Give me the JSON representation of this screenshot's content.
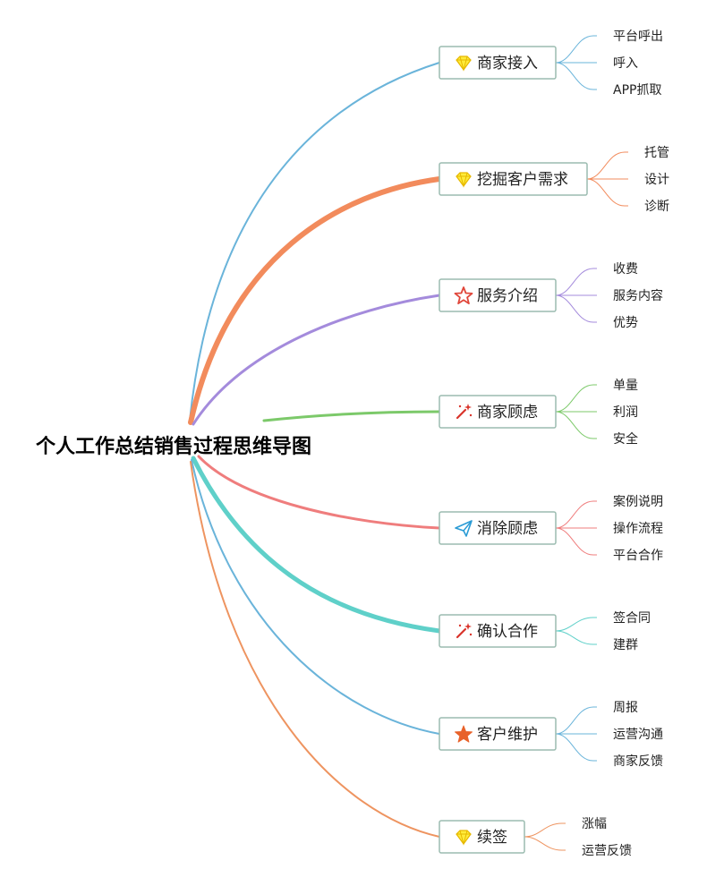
{
  "root": {
    "label": "个人工作总结销售过程思维导图"
  },
  "branches": [
    {
      "label": "商家接入",
      "icon": "diamond-icon",
      "color": "#6ab4da",
      "children": [
        "平台呼出",
        "呼入",
        "APP抓取"
      ]
    },
    {
      "label": "挖掘客户需求",
      "icon": "diamond-icon",
      "color": "#f28b5c",
      "children": [
        "托管",
        "设计",
        "诊断"
      ]
    },
    {
      "label": "服务介绍",
      "icon": "star-outline-icon",
      "color": "#a48bdc",
      "children": [
        "收费",
        "服务内容",
        "优势"
      ]
    },
    {
      "label": "商家顾虑",
      "icon": "magic-wand-icon",
      "color": "#7cc96a",
      "children": [
        "单量",
        "利润",
        "安全"
      ]
    },
    {
      "label": "消除顾虑",
      "icon": "paper-plane-icon",
      "color": "#ef7d7d",
      "children": [
        "案例说明",
        "操作流程",
        "平台合作"
      ]
    },
    {
      "label": "确认合作",
      "icon": "magic-wand-icon",
      "color": "#5fd0c9",
      "children": [
        "签合同",
        "建群"
      ]
    },
    {
      "label": "客户维护",
      "icon": "star-filled-icon",
      "color": "#6ab4da",
      "children": [
        "周报",
        "运营沟通",
        "商家反馈"
      ]
    },
    {
      "label": "续签",
      "icon": "diamond-icon",
      "color": "#ee9460",
      "children": [
        "涨幅",
        "运营反馈"
      ]
    }
  ]
}
